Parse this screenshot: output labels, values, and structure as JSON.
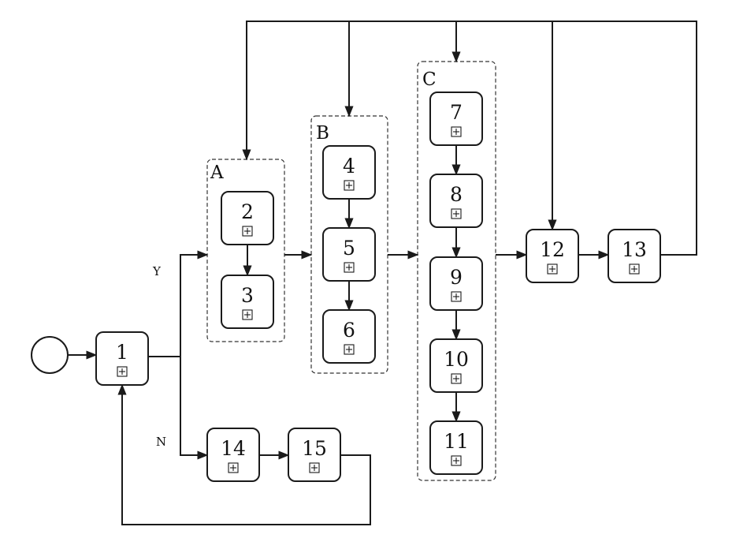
{
  "groups": [
    {
      "id": "A",
      "label": "A"
    },
    {
      "id": "B",
      "label": "B"
    },
    {
      "id": "C",
      "label": "C"
    }
  ],
  "tasks": [
    {
      "id": "1",
      "label": "1"
    },
    {
      "id": "2",
      "label": "2"
    },
    {
      "id": "3",
      "label": "3"
    },
    {
      "id": "4",
      "label": "4"
    },
    {
      "id": "5",
      "label": "5"
    },
    {
      "id": "6",
      "label": "6"
    },
    {
      "id": "7",
      "label": "7"
    },
    {
      "id": "8",
      "label": "8"
    },
    {
      "id": "9",
      "label": "9"
    },
    {
      "id": "10",
      "label": "10"
    },
    {
      "id": "11",
      "label": "11"
    },
    {
      "id": "12",
      "label": "12"
    },
    {
      "id": "13",
      "label": "13"
    },
    {
      "id": "14",
      "label": "14"
    },
    {
      "id": "15",
      "label": "15"
    }
  ],
  "branch_labels": {
    "yes": "Y",
    "no": "N"
  },
  "icons": {
    "start_event": "start-event-circle",
    "subprocess_marker": "expand-plus-icon"
  },
  "connections": [
    {
      "from": "start",
      "to": "1"
    },
    {
      "from": "1",
      "to": "A",
      "label": "Y"
    },
    {
      "from": "1",
      "to": "14",
      "label": "N"
    },
    {
      "from": "2",
      "to": "3"
    },
    {
      "from": "A",
      "to": "B"
    },
    {
      "from": "4",
      "to": "5"
    },
    {
      "from": "5",
      "to": "6"
    },
    {
      "from": "B",
      "to": "C"
    },
    {
      "from": "7",
      "to": "8"
    },
    {
      "from": "8",
      "to": "9"
    },
    {
      "from": "9",
      "to": "10"
    },
    {
      "from": "10",
      "to": "11"
    },
    {
      "from": "C",
      "to": "12"
    },
    {
      "from": "12",
      "to": "13"
    },
    {
      "from": "13",
      "to": "A"
    },
    {
      "from": "13",
      "to": "B"
    },
    {
      "from": "13",
      "to": "C"
    },
    {
      "from": "13",
      "to": "12"
    },
    {
      "from": "14",
      "to": "15"
    },
    {
      "from": "15",
      "to": "1"
    }
  ]
}
